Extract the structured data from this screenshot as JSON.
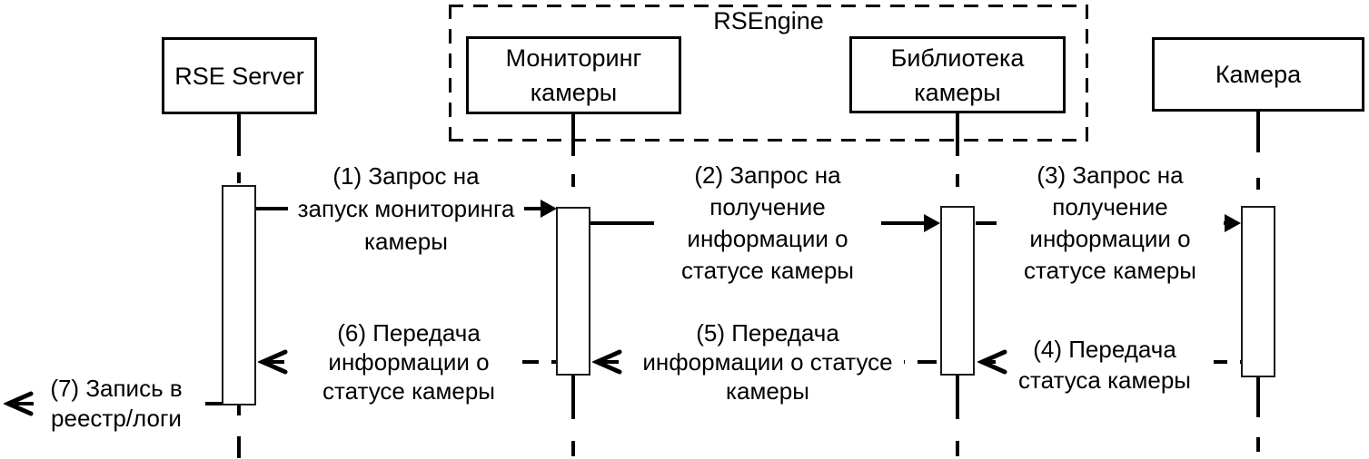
{
  "colors": {
    "line": "#000000",
    "background": "#ffffff",
    "text": "#000000"
  },
  "frame": {
    "label": "RSEngine"
  },
  "actors": [
    {
      "id": "rse-server",
      "name": "RSE Server",
      "lines": [
        "RSE Server"
      ]
    },
    {
      "id": "camera-monitoring",
      "name": "Мониторинг камеры",
      "lines": [
        "Мониторинг",
        "камеры"
      ]
    },
    {
      "id": "camera-library",
      "name": "Библиотека камеры",
      "lines": [
        "Библиотека",
        "камеры"
      ]
    },
    {
      "id": "camera",
      "name": "Камера",
      "lines": [
        "Камера"
      ]
    }
  ],
  "messages": [
    {
      "num": 1,
      "text": "(1) Запрос на запуск мониторинга камеры",
      "lines": [
        "(1) Запрос на",
        "запуск мониторинга",
        "камеры"
      ],
      "from": "RSE Server",
      "to": "Мониторинг камеры",
      "line_style": "solid",
      "direction": "right"
    },
    {
      "num": 2,
      "text": "(2) Запрос на получение информации о статусе камеры",
      "lines": [
        "(2) Запрос на",
        "получение",
        "информации о",
        "статусе камеры"
      ],
      "from": "Мониторинг камеры",
      "to": "Библиотека камеры",
      "line_style": "solid",
      "direction": "right"
    },
    {
      "num": 3,
      "text": "(3) Запрос на получение информации о статусе камеры",
      "lines": [
        "(3) Запрос на",
        "получение",
        "информации о",
        "статусе камеры"
      ],
      "from": "Библиотека камеры",
      "to": "Камера",
      "line_style": "solid",
      "direction": "right"
    },
    {
      "num": 4,
      "text": "(4) Передача статуса камеры",
      "lines": [
        "(4) Передача",
        "статуса камеры"
      ],
      "from": "Камера",
      "to": "Библиотека камеры",
      "line_style": "dashed",
      "direction": "left"
    },
    {
      "num": 5,
      "text": "(5) Передача информации о статусе камеры",
      "lines": [
        "(5) Передача",
        "информации о статусе",
        "камеры"
      ],
      "from": "Библиотека камеры",
      "to": "Мониторинг камеры",
      "line_style": "dashed",
      "direction": "left"
    },
    {
      "num": 6,
      "text": "(6) Передача информации о статусе камеры",
      "lines": [
        "(6) Передача",
        "информации о",
        "статусе камеры"
      ],
      "from": "Мониторинг камеры",
      "to": "RSE Server",
      "line_style": "dashed",
      "direction": "left"
    },
    {
      "num": 7,
      "text": "(7) Запись в реестр/логи",
      "lines": [
        "(7) Запись в",
        "реестр/логи"
      ],
      "from": "RSE Server",
      "to": "",
      "line_style": "dashed",
      "direction": "left"
    }
  ]
}
